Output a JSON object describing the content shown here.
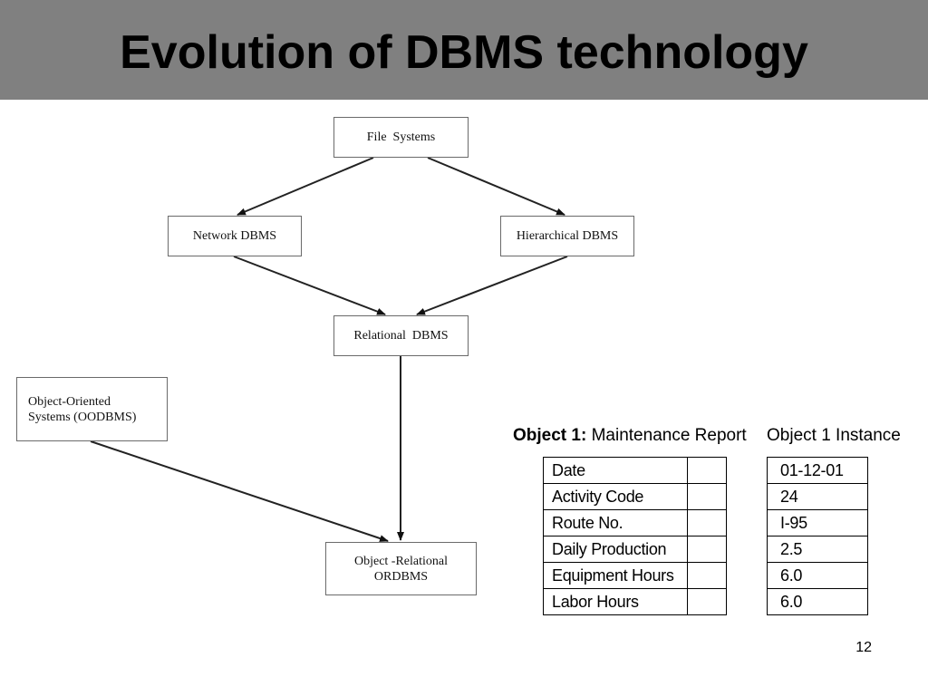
{
  "slide": {
    "title": "Evolution of DBMS technology",
    "page_number": "12",
    "title_bar_color": "#808080"
  },
  "diagram": {
    "nodes": {
      "file_systems": "File  Systems",
      "network_dbms": "Network DBMS",
      "hierarchical_dbms": "Hierarchical DBMS",
      "relational_dbms": "Relational  DBMS",
      "oodbms": "Object-Oriented\nSystems (OODBMS)",
      "ordbms": "Object -Relational\nORDBMS"
    }
  },
  "object_table": {
    "heading_bold": "Object 1:",
    "heading_rest": "Maintenance Report",
    "rows": [
      "Date",
      "Activity Code",
      "Route No.",
      "Daily Production",
      "Equipment Hours",
      "Labor Hours"
    ]
  },
  "instance_table": {
    "heading": "Object 1 Instance",
    "values": [
      "01-12-01",
      "24",
      "I-95",
      "2.5",
      "6.0",
      "6.0"
    ]
  }
}
